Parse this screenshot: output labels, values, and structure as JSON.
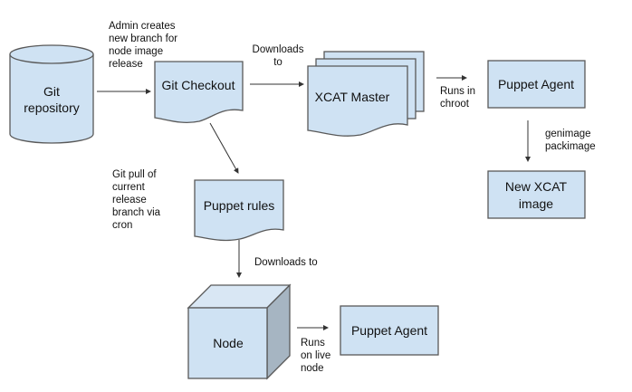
{
  "nodes": {
    "git_repository": {
      "lines": [
        "Git",
        "repository"
      ],
      "shape": "cylinder"
    },
    "git_checkout": {
      "lines": [
        "Git Checkout"
      ],
      "shape": "document"
    },
    "xcat_master": {
      "lines": [
        "XCAT Master"
      ],
      "shape": "multi-document"
    },
    "puppet_agent_chroot": {
      "lines": [
        "Puppet Agent"
      ],
      "shape": "rectangle"
    },
    "new_xcat_image": {
      "lines": [
        "New XCAT",
        "image"
      ],
      "shape": "rectangle"
    },
    "puppet_rules": {
      "lines": [
        "Puppet rules"
      ],
      "shape": "document"
    },
    "node": {
      "lines": [
        "Node"
      ],
      "shape": "cube"
    },
    "puppet_agent_live": {
      "lines": [
        "Puppet Agent"
      ],
      "shape": "rectangle"
    }
  },
  "edges": {
    "repo_to_checkout": {
      "from": "git_repository",
      "to": "git_checkout",
      "lines": [
        "Admin creates",
        "new branch for",
        "node image",
        "release"
      ]
    },
    "checkout_to_xcat": {
      "from": "git_checkout",
      "to": "xcat_master",
      "lines": [
        "Downloads",
        "to"
      ]
    },
    "xcat_to_agent": {
      "from": "xcat_master",
      "to": "puppet_agent_chroot",
      "lines": [
        "Runs in",
        "chroot"
      ]
    },
    "agent_to_image": {
      "from": "puppet_agent_chroot",
      "to": "new_xcat_image",
      "lines": [
        "genimage",
        "packimage"
      ]
    },
    "checkout_to_rules": {
      "from": "git_checkout",
      "to": "puppet_rules",
      "lines": [
        "Git pull of",
        "current",
        "release",
        "branch via",
        "cron"
      ]
    },
    "rules_to_node": {
      "from": "puppet_rules",
      "to": "node",
      "lines": [
        "Downloads to"
      ]
    },
    "node_to_agent": {
      "from": "node",
      "to": "puppet_agent_live",
      "lines": [
        "Runs",
        "on live",
        "node"
      ]
    }
  },
  "colors": {
    "shape_fill": "#cfe2f3",
    "shape_side": "#a6b5c2",
    "stroke": "#595959",
    "text": "#111111"
  }
}
